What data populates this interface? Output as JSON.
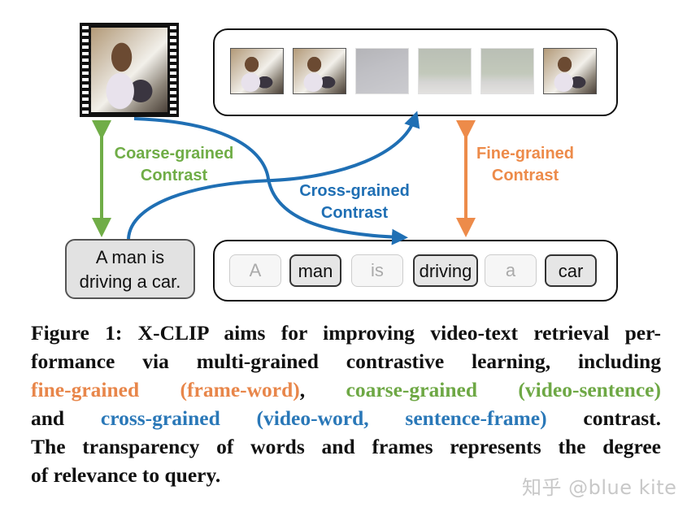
{
  "figure": {
    "video": {
      "label": "video-clip",
      "style": "film-strip"
    },
    "frames": [
      {
        "index": 1,
        "relevance": "high",
        "scene": "driver"
      },
      {
        "index": 2,
        "relevance": "high",
        "scene": "driver"
      },
      {
        "index": 3,
        "relevance": "low",
        "scene": "dashboard"
      },
      {
        "index": 4,
        "relevance": "low",
        "scene": "road"
      },
      {
        "index": 5,
        "relevance": "low",
        "scene": "road"
      },
      {
        "index": 6,
        "relevance": "high",
        "scene": "driver"
      }
    ],
    "sentence": {
      "line1": "A man is",
      "line2": "driving a car."
    },
    "words": [
      {
        "text": "A",
        "relevance": "low"
      },
      {
        "text": "man",
        "relevance": "high"
      },
      {
        "text": "is",
        "relevance": "low"
      },
      {
        "text": "driving",
        "relevance": "high"
      },
      {
        "text": "a",
        "relevance": "low"
      },
      {
        "text": "car",
        "relevance": "high"
      }
    ],
    "labels": {
      "coarse": {
        "line1": "Coarse-grained",
        "line2": "Contrast",
        "color": "#70ad47"
      },
      "cross": {
        "line1": "Cross-grained",
        "line2": "Contrast",
        "color": "#1f6fb4"
      },
      "fine": {
        "line1": "Fine-grained",
        "line2": "Contrast",
        "color": "#ed8b4a"
      }
    }
  },
  "caption": {
    "line1": "Figure 1: X-CLIP aims for improving video-text retrieval per-",
    "line2": "formance via multi-grained contrastive learning, including",
    "line3_fine": "fine-grained (frame-word)",
    "line3_sep": ", ",
    "line3_coarse": "coarse-grained (video-sentence)",
    "line4_and": "and ",
    "line4_cross": "cross-grained (video-word, sentence-frame)",
    "line4_end": " contrast.",
    "line5": "The transparency of words and frames represents the degree",
    "line6": "of relevance to query.",
    "colors": {
      "fine": "#e8864a",
      "coarse": "#6ea845",
      "cross": "#2a78b8",
      "text": "#111111"
    }
  },
  "watermark": "知乎 @blue kite"
}
